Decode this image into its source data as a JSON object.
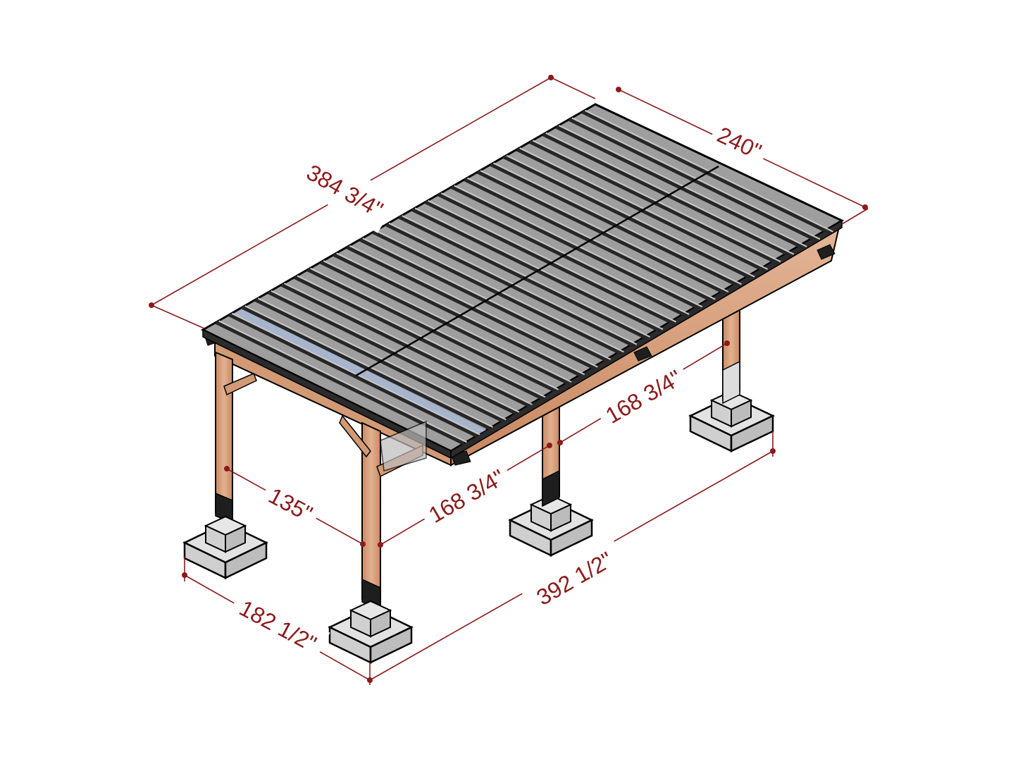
{
  "diagram": {
    "colors": {
      "dimension": "#8b1a1a",
      "roof_panel": "#9e9e9e",
      "roof_panel_highlight": "#a6b4cc",
      "roof_rib": "#2b2b2b",
      "wood": "#d7a07a",
      "wood_shadow": "#c0835c",
      "concrete": "#d4d4d4",
      "concrete_side": "#bdbdbd",
      "bracket": "#1e1e1e",
      "outline": "#000000"
    },
    "dimensions": {
      "length_top": "384 3/4\"",
      "width_top": "240\"",
      "post_spacing_back": "168 3/4\"",
      "post_spacing_front": "168 3/4\"",
      "post_width": "135\"",
      "footing_width": "182 1/2\"",
      "footing_length": "392 1/2\""
    }
  }
}
